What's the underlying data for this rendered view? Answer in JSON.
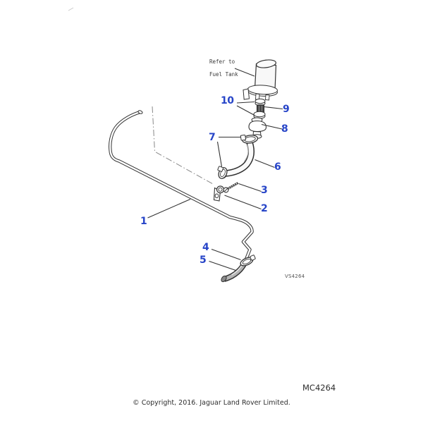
{
  "colors": {
    "callout_blue": "#2745c8",
    "line_dark": "#333333"
  },
  "diagram": {
    "note": {
      "line1": "Refer to",
      "line2": "Fuel Tank"
    },
    "drawing_ref": "VS4264",
    "callouts": [
      {
        "label": "1"
      },
      {
        "label": "2"
      },
      {
        "label": "3"
      },
      {
        "label": "4"
      },
      {
        "label": "5"
      },
      {
        "label": "6"
      },
      {
        "label": "7"
      },
      {
        "label": "8"
      },
      {
        "label": "9"
      },
      {
        "label": "10"
      }
    ]
  },
  "footer": {
    "figure_code": "MC4264",
    "copyright": "© Copyright, 2016. Jaguar Land Rover Limited."
  }
}
